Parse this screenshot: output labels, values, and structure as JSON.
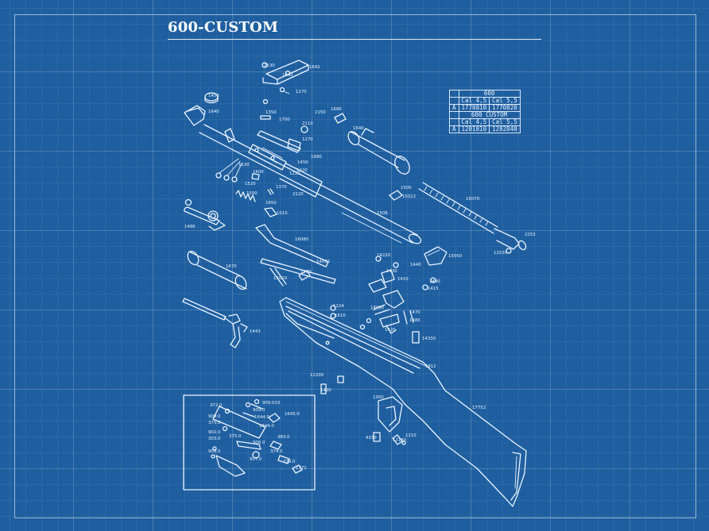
{
  "title": "600-CUSTOM",
  "spec_table": {
    "model_1": "600",
    "model_2": "600 CUSTOM",
    "row_letter": "A",
    "col_headers": [
      "Cal 4,5",
      "Cal 5,5"
    ],
    "rows_1": [
      "1770810",
      "1770820"
    ],
    "rows_2": [
      "1201810",
      "1202840"
    ]
  },
  "part_labels": [
    {
      "id": "p01",
      "text": "2130"
    },
    {
      "id": "p02",
      "text": "1642"
    },
    {
      "id": "p03",
      "text": "1640"
    },
    {
      "id": "p04",
      "text": "1270"
    },
    {
      "id": "p05",
      "text": "1450"
    },
    {
      "id": "p06",
      "text": "1640"
    },
    {
      "id": "p07",
      "text": "1350"
    },
    {
      "id": "p08",
      "text": "1700"
    },
    {
      "id": "p09",
      "text": "2150"
    },
    {
      "id": "p10",
      "text": "1690"
    },
    {
      "id": "p11",
      "text": "2110"
    },
    {
      "id": "p12",
      "text": "1640"
    },
    {
      "id": "p13",
      "text": "1270"
    },
    {
      "id": "p14",
      "text": "1990"
    },
    {
      "id": "p15",
      "text": "1450"
    },
    {
      "id": "p16",
      "text": "1420"
    },
    {
      "id": "p17",
      "text": "1220"
    },
    {
      "id": "p18",
      "text": "1530"
    },
    {
      "id": "p19",
      "text": "1600"
    },
    {
      "id": "p20",
      "text": "1520"
    },
    {
      "id": "p21",
      "text": "1370"
    },
    {
      "id": "p22",
      "text": "1590"
    },
    {
      "id": "p23",
      "text": "2120"
    },
    {
      "id": "p24",
      "text": "1010"
    },
    {
      "id": "p25",
      "text": "1650"
    },
    {
      "id": "p26",
      "text": "1508"
    },
    {
      "id": "p27",
      "text": "1500"
    },
    {
      "id": "p28",
      "text": "15070"
    },
    {
      "id": "p29",
      "text": "15022"
    },
    {
      "id": "p30",
      "text": "2253"
    },
    {
      "id": "p31",
      "text": "12530"
    },
    {
      "id": "p32",
      "text": "1486"
    },
    {
      "id": "p33",
      "text": "16080"
    },
    {
      "id": "p34",
      "text": "15050"
    },
    {
      "id": "p35",
      "text": "1670"
    },
    {
      "id": "p36",
      "text": "14032"
    },
    {
      "id": "p37",
      "text": "15020"
    },
    {
      "id": "p38",
      "text": "1430"
    },
    {
      "id": "p39",
      "text": "14220"
    },
    {
      "id": "p40",
      "text": "1440"
    },
    {
      "id": "p41",
      "text": "1430"
    },
    {
      "id": "p42",
      "text": "1410"
    },
    {
      "id": "p43",
      "text": "1490"
    },
    {
      "id": "p44",
      "text": "1415"
    },
    {
      "id": "p45",
      "text": "1224"
    },
    {
      "id": "p46",
      "text": "1610"
    },
    {
      "id": "p47",
      "text": "1443"
    },
    {
      "id": "p48",
      "text": "14090"
    },
    {
      "id": "p49",
      "text": "1470"
    },
    {
      "id": "p50",
      "text": "1480"
    },
    {
      "id": "p51",
      "text": "1420"
    },
    {
      "id": "p52",
      "text": "14330"
    },
    {
      "id": "p53",
      "text": "1812"
    },
    {
      "id": "p54",
      "text": "12200"
    },
    {
      "id": "p55",
      "text": "1420"
    },
    {
      "id": "p56",
      "text": "17752"
    },
    {
      "id": "p57",
      "text": "1300"
    },
    {
      "id": "p58",
      "text": "4330"
    },
    {
      "id": "p59",
      "text": "12180"
    },
    {
      "id": "p60",
      "text": "1210"
    },
    {
      "id": "p61",
      "text": "909.010"
    },
    {
      "id": "p62",
      "text": "909.0"
    },
    {
      "id": "p63",
      "text": "372.0"
    },
    {
      "id": "p64",
      "text": "1644.0"
    },
    {
      "id": "p65",
      "text": "1645.0"
    },
    {
      "id": "p66",
      "text": "909.0"
    },
    {
      "id": "p67",
      "text": "375.0"
    },
    {
      "id": "p68",
      "text": "1644.0"
    },
    {
      "id": "p69",
      "text": "383.0"
    },
    {
      "id": "p70",
      "text": "375.0"
    },
    {
      "id": "p71",
      "text": "902.0"
    },
    {
      "id": "p72",
      "text": "303.0"
    },
    {
      "id": "p73",
      "text": "374.0"
    },
    {
      "id": "p74",
      "text": "906.0"
    },
    {
      "id": "p75",
      "text": "907.0"
    },
    {
      "id": "p76",
      "text": "909.0"
    },
    {
      "id": "p77",
      "text": "378.0"
    },
    {
      "id": "p78",
      "text": "1772"
    }
  ]
}
